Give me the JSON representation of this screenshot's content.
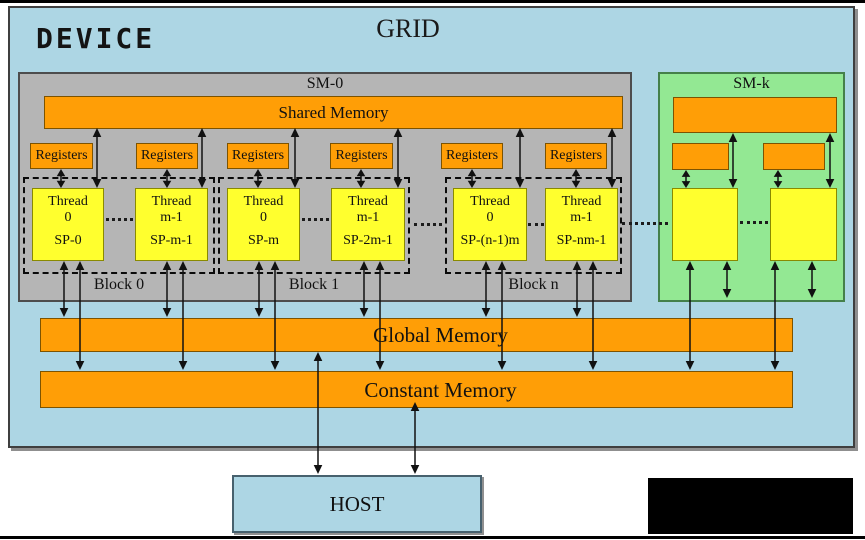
{
  "device": {
    "label": "DEVICE",
    "grid_label": "GRID"
  },
  "sm0": {
    "label": "SM-0",
    "shared_memory_label": "Shared Memory",
    "registers_label": "Registers",
    "blocks": [
      {
        "label": "Block 0",
        "threads": [
          {
            "title": "Thread",
            "index": "0",
            "sp": "SP-0"
          },
          {
            "title": "Thread",
            "index": "m-1",
            "sp": "SP-m-1"
          }
        ]
      },
      {
        "label": "Block 1",
        "threads": [
          {
            "title": "Thread",
            "index": "0",
            "sp": "SP-m"
          },
          {
            "title": "Thread",
            "index": "m-1",
            "sp": "SP-2m-1"
          }
        ]
      },
      {
        "label": "Block n",
        "threads": [
          {
            "title": "Thread",
            "index": "0",
            "sp": "SP-(n-1)m"
          },
          {
            "title": "Thread",
            "index": "m-1",
            "sp": "SP-nm-1"
          }
        ]
      }
    ]
  },
  "smk": {
    "label": "SM-k"
  },
  "memory": {
    "global_label": "Global Memory",
    "constant_label": "Constant Memory"
  },
  "host": {
    "label": "HOST"
  },
  "colors": {
    "device_bg": "#ADD6E4",
    "sm_gray_bg": "#B5B5B5",
    "smk_green_bg": "#93E893",
    "memory_orange": "#FF9E06",
    "thread_yellow": "#FFFF2E",
    "redacted_black": "#000000"
  }
}
